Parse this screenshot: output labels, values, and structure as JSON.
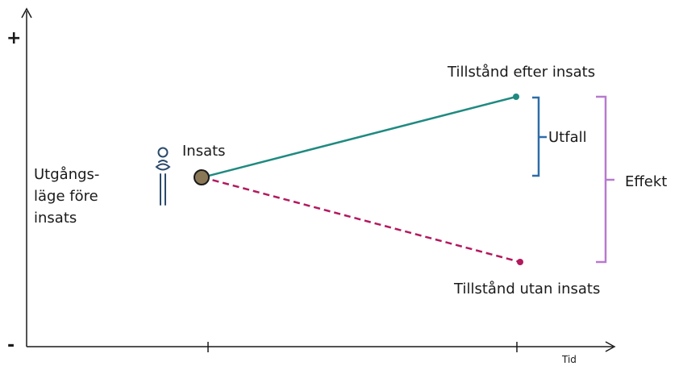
{
  "axes": {
    "y_plus": "+",
    "y_minus": "-",
    "x_label": "Tid"
  },
  "labels": {
    "baseline_line1": "Utgångs-",
    "baseline_line2": "läge före",
    "baseline_line3": "insats",
    "intervention": "Insats",
    "state_after": "Tillstånd efter insats",
    "state_without": "Tillstånd utan insats",
    "outcome": "Utfall",
    "effect": "Effekt"
  },
  "colors": {
    "axis": "#1a1a1a",
    "with_intervention_line": "#1f8a80",
    "without_intervention_line": "#b3195e",
    "outcome_bracket": "#2e6ca8",
    "effect_bracket": "#b77ad0",
    "intervention_point_fill": "#8a7756",
    "person_icon": "#2b4a6b"
  },
  "icons": {
    "person": "person-icon"
  }
}
